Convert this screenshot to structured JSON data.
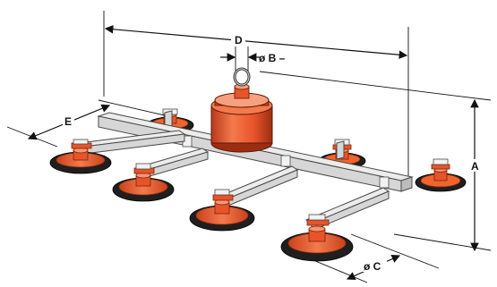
{
  "dimensions": {
    "a": "A",
    "b": "ø B –",
    "c": "ø C",
    "d": "D",
    "e": "E"
  },
  "colors": {
    "accent_orange": "#e8532a",
    "frame_grey": "#d6d6d6",
    "pad_rubber": "#1f1f1f",
    "line": "#111111"
  }
}
